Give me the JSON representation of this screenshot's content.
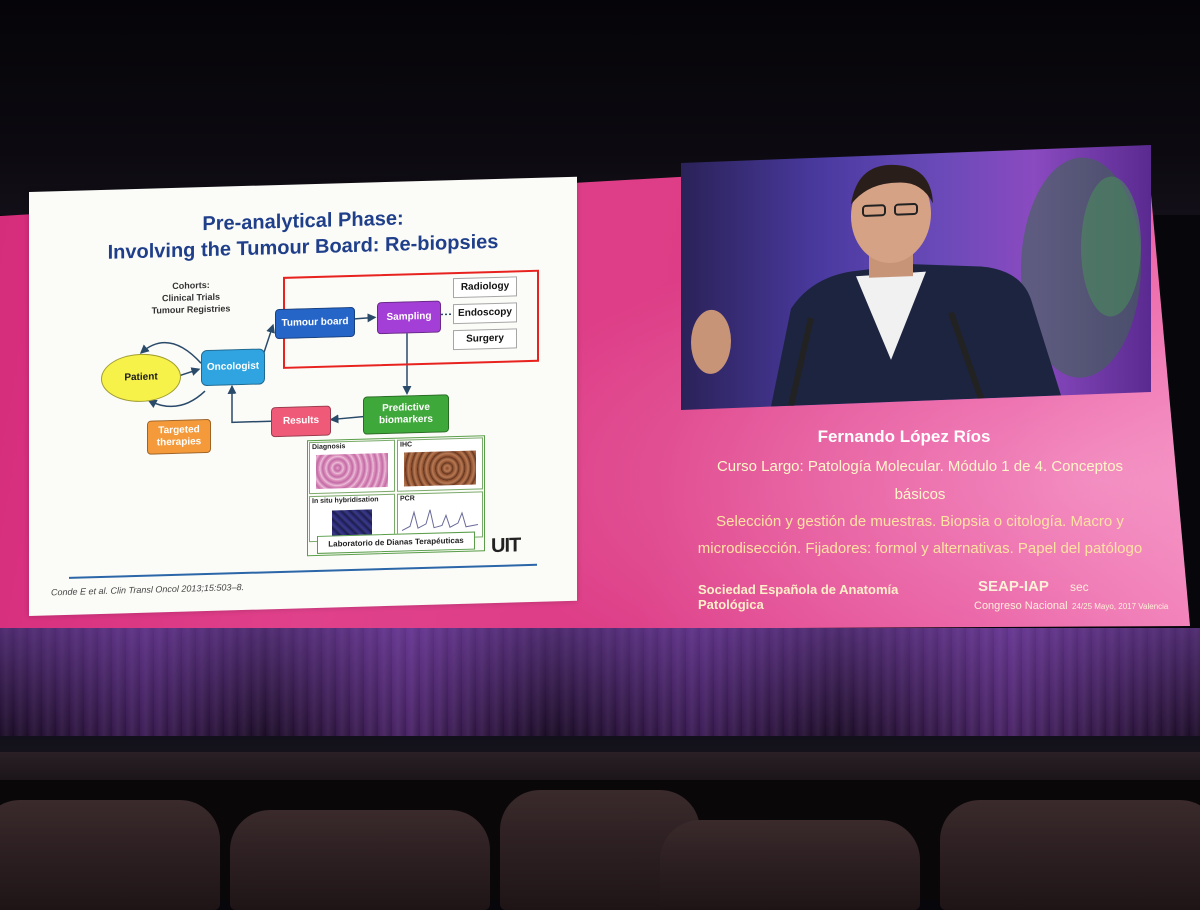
{
  "slide": {
    "title_line1": "Pre-analytical Phase:",
    "title_line2": "Involving the Tumour Board: Re-biopsies",
    "cohorts": [
      "Cohorts:",
      "Clinical Trials",
      "Tumour Registries"
    ],
    "nodes": {
      "patient": "Patient",
      "oncologist": "Oncologist",
      "tumour_board": "Tumour board",
      "sampling": "Sampling",
      "radiology": "Radiology",
      "endoscopy": "Endoscopy",
      "surgery": "Surgery",
      "results": "Results",
      "predictive": "Predictive biomarkers",
      "targeted": "Targeted therapies"
    },
    "panels": {
      "diagnosis": "Diagnosis",
      "ihc": "IHC",
      "ish": "In situ hybridisation",
      "pcr": "PCR"
    },
    "lab": "Laboratorio de Dianas Terapéuticas",
    "logo": "UIT",
    "citation": "Conde E et al. Clin Transl Oncol 2013;15:503–8.",
    "colors": {
      "title": "#1f3f8a",
      "patient": "#f7f24a",
      "oncologist": "#2fa4e0",
      "tumour_board": "#2565c8",
      "sampling": "#a33fd6",
      "results": "#ef5a78",
      "predictive": "#3fa83a",
      "targeted": "#f49a3a",
      "highlight_box": "#e8231f"
    }
  },
  "speaker": {
    "name": "Fernando López Ríos",
    "course_line1": "Curso Largo: Patología Molecular. Módulo 1 de 4. Conceptos",
    "course_line2": "básicos",
    "topic_line1": "Selección y gestión de muestras. Biopsia o citología. Macro y",
    "topic_line2": "microdisección. Fijadores: formol y alternativas. Papel del patólogo"
  },
  "footer": {
    "society_line1": "Sociedad Española de Anatomía",
    "society_line2": "Patológica",
    "seap": "SEAP-IAP",
    "sec": "sec",
    "congreso": "Congreso Nacional",
    "fecha": "24/25 Mayo, 2017 Valencia"
  },
  "colors": {
    "screen": "#dd3d86",
    "text_yellow": "#fff7c8"
  }
}
